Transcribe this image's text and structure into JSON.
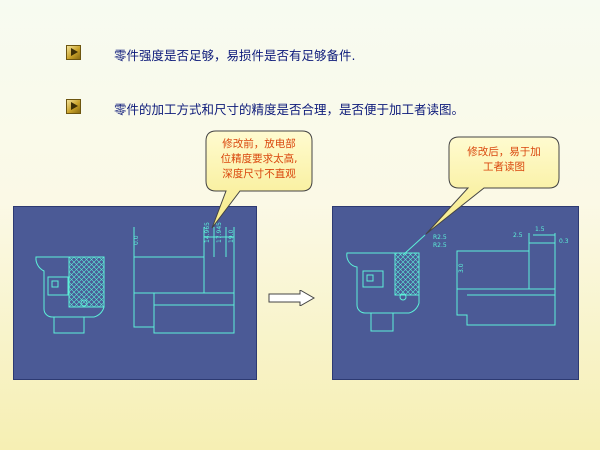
{
  "bullets": [
    {
      "text": "零件强度是否足够，易损件是否有足够备件."
    },
    {
      "text": "零件的加工方式和尺寸的精度是否合理，是否便于加工者读图。"
    }
  ],
  "callout_before": {
    "lines": [
      "修改前，放电部",
      "位精度要求太高,",
      "深度尺寸不直观"
    ]
  },
  "callout_after": {
    "lines": [
      "修改后，易于加",
      "工者读图"
    ]
  },
  "drawing_left": {
    "dim_labels": [
      "0.0",
      "14.965",
      "17.945",
      "19.0"
    ]
  },
  "drawing_right": {
    "dim_labels": [
      "R2.5",
      "R2.5",
      "1.5",
      "0.3",
      "3.0",
      "2.5"
    ]
  },
  "colors": {
    "panel": "#4b5a96",
    "linework": "#5cf0d8",
    "callout_fill": "#fbf4a6",
    "callout_text": "#d9460c",
    "body_text": "#0d1a7a"
  },
  "icons": {
    "bullet": "gold-triangle-bullet-icon",
    "arrow": "right-arrow-icon"
  }
}
